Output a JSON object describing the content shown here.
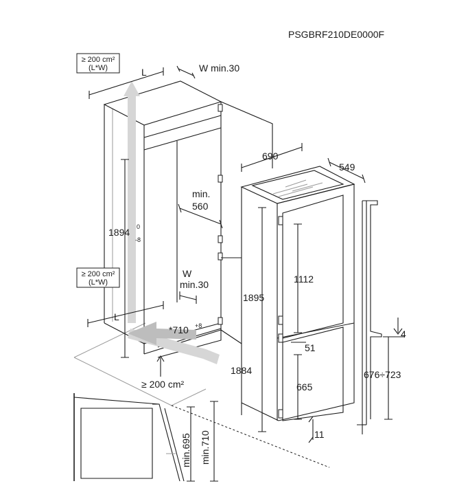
{
  "model_code": "PSGBRF210DE0000F",
  "vent_area_top": {
    "line1": "≥ 200 cm²",
    "line2": "(L*W)"
  },
  "vent_area_mid": {
    "line1": "≥ 200 cm²",
    "line2": "(L*W)"
  },
  "labels": {
    "L_top": "L",
    "W_min30_top": "W min.30",
    "min": "min.",
    "v560": "560",
    "h1894": "1894",
    "h1894_sup": "0",
    "h1894_sub": "-8",
    "W_mid": "W",
    "min30_mid": "min.30",
    "L_bottom": "L",
    "w710": "*710",
    "w710_sup": "+8",
    "vent_bottom": "≥ 200 cm²",
    "d690": "690",
    "d549": "549",
    "h1112": "1112",
    "h1895": "1895",
    "h1884": "1884",
    "d51": "51",
    "h665": "665",
    "d11": "11",
    "d4": "4",
    "h676_723": "676÷723",
    "min695": "min.695",
    "min710": "min.710"
  }
}
